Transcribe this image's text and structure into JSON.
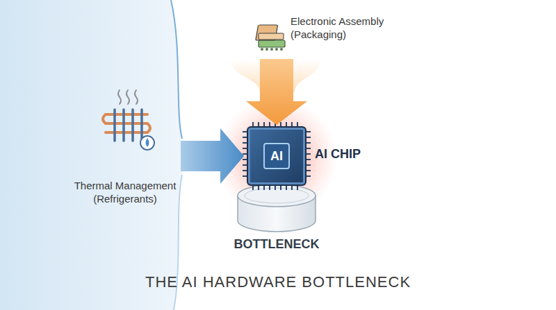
{
  "diagram": {
    "title": "THE AI HARDWARE BOTTLENECK",
    "nodes": [
      {
        "text": [
          "Thermal Management (Refrigerants)"
        ]
      },
      {
        "text": [
          "Electronic Assembly (Packaging)"
        ]
      },
      {
        "text": [
          "AI",
          "AI CHIP"
        ]
      },
      {
        "text": [
          "BOTTLENECK"
        ]
      }
    ],
    "edges": [
      {
        "from": 0,
        "to": 2,
        "arrow": "to"
      },
      {
        "from": 1,
        "to": 2,
        "arrow": "to"
      }
    ]
  }
}
